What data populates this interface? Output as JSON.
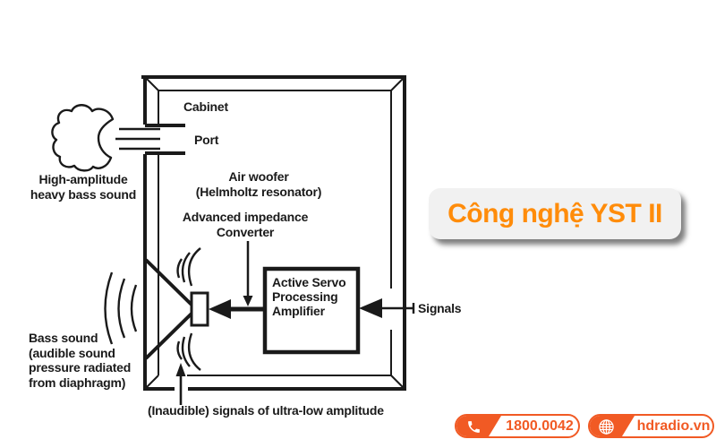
{
  "diagram": {
    "labels": {
      "cabinet": "Cabinet",
      "port": "Port",
      "air_woofer": [
        "Air woofer",
        "(Helmholtz resonator)"
      ],
      "impedance_converter": [
        "Advanced impedance",
        "Converter"
      ],
      "amplifier": [
        "Active Servo",
        "Processing",
        "Amplifier"
      ],
      "signals": "Signals",
      "high_amplitude": [
        "High-amplitude",
        "heavy bass sound"
      ],
      "bass_sound": [
        "Bass sound",
        "(audible sound",
        "pressure radiated",
        "from diaphragm)"
      ],
      "inaudible": "(Inaudible) signals of ultra-low amplitude"
    }
  },
  "overlay": {
    "tech_badge": "Công nghệ YST II"
  },
  "footer": {
    "phone": "1800.0042",
    "website": "hdradio.vn"
  },
  "colors": {
    "ink": "#1a1a1a",
    "accent_orange": "#ff8c0a",
    "badge_orange": "#f15a24",
    "badge_bg": "#f1f1f1"
  }
}
